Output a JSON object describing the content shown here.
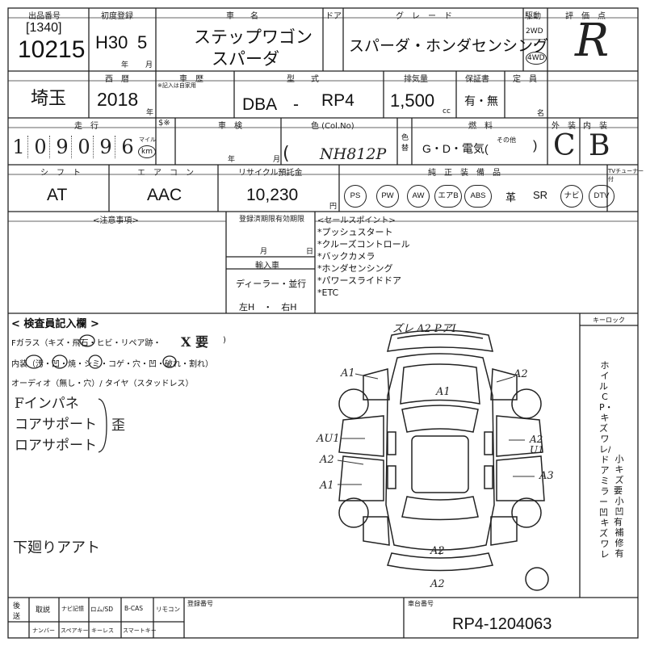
{
  "header": {
    "lot_number_label": "出品番号",
    "first_registration_label": "初度登録",
    "car_name_label": "車　　名",
    "door_label": "ドア",
    "grade_label": "グ　レ　ー　ド",
    "drive_label": "駆動",
    "score_label": "評　価　点",
    "lot_prefix": "[1340]",
    "lot_number": "10215",
    "era_year": "H30",
    "month": "5",
    "year_unit": "年",
    "month_unit": "月",
    "car_name_line1": "ステップワゴン",
    "car_name_line2": "スパーダ",
    "grade": "スパーダ・ホンダセンシング",
    "drive_2wd": "2WD",
    "drive_dot": "・",
    "drive_4wd": "4WD",
    "score": "R"
  },
  "row2": {
    "region_label": "車　歴",
    "western_year_label": "西　暦",
    "model_label": "型　　式",
    "note_label": "※記入は自家用",
    "displacement_label": "排気量",
    "warranty_label": "保証書",
    "capacity_label": "定　員",
    "region": "埼玉",
    "western_year": "2018",
    "year_unit": "年",
    "model_prefix": "DBA　-",
    "model_code": "RP4",
    "displacement": "1,500",
    "cc_unit": "cc",
    "warranty": "有・無",
    "capacity_unit": "名"
  },
  "row3": {
    "mileage_label": "走　行",
    "s_label": "$※",
    "inspection_label": "車　検",
    "color_label": "色 (Col.No)",
    "fuel_label": "燃　料",
    "exterior_label": "外　装",
    "interior_label": "内　装",
    "mileage_digits": [
      "1",
      "0",
      "9",
      "0",
      "9",
      "6"
    ],
    "mile_unit": "マイル",
    "km_unit": "km",
    "year_unit": "年",
    "month_unit": "月",
    "color_code": "NH812P",
    "color_change_label": "色替",
    "fuel_options": "G・D・電気(",
    "fuel_other": "その他",
    "fuel_close": ")",
    "exterior_grade": "C",
    "interior_grade": "B"
  },
  "row4": {
    "shift_label": "シ　フ　ト",
    "ac_label": "エ　ア　コ　ン",
    "recycle_label": "リサイクル預託金",
    "equipment_label": "純　正　装　備　品",
    "tuner_label": "TVチューナー付",
    "shift": "AT",
    "ac": "AAC",
    "recycle": "10,230",
    "yen_unit": "円",
    "equipment": [
      "PS",
      "PW",
      "AW",
      "エアB",
      "ABS"
    ],
    "leather": "革",
    "sunroof": "SR",
    "navi": "ナビ",
    "dtv": "DTV"
  },
  "notes": {
    "caution_label": "<注意事項>",
    "registration_label": "登録済期限有効期限",
    "month_unit": "月",
    "day_unit": "日",
    "import_label": "輸入車",
    "dealer_label": "ディーラー・並行",
    "handle_label": "左H　・　右H",
    "selling_points_label": "<セールスポイント>",
    "selling_points": [
      "*プッシュスタート",
      "*クルーズコントロール",
      "*バックカメラ",
      "*ホンダセンシング",
      "*パワースライドドア",
      "*ETC"
    ]
  },
  "inspection": {
    "title": "< 検査員記入欄 >",
    "glass_line": "Fガラス（キズ・飛石・ヒビ・リペア跡・",
    "glass_mark": "X 要",
    "glass_close": ")",
    "interior_line": "内装（汚・凹・焼・シミ・コゲ・穴・凹・破れ・割れ）",
    "audio_line": "オーディオ（無し・穴）/ タイヤ（スタッドレス）",
    "hand_notes": [
      "Fインパネ",
      "コアサポート",
      "ロアサポート"
    ],
    "hand_suffix": "歪",
    "underbody_note": "下廻りアアト",
    "key_lock_label": "キーロック",
    "vertical_note_left": "ホイル・CP・キズ・ワレ/ドアミラー・凹・キズ・ワレ",
    "vertical_note_right": "小キズ要・小凹有・補修有"
  },
  "diagram_marks": {
    "top_note": "ズレ A2 PアI",
    "front_left": "A1",
    "hood": "A1",
    "front_right": "A2",
    "left_fender": "AU1",
    "left_front_door": "A2",
    "left_rear_door": "A1",
    "right_door": "A2 U1",
    "right_rear": "A3",
    "rear_panel": "A2",
    "rear_bumper": "A2"
  },
  "footer": {
    "transport_label": "後送",
    "manual_label": "取説",
    "navi_disk_label": "ナビ記憶",
    "rom_label": "ロム/SD",
    "bcas_label": "B-CAS",
    "remote_label": "リモコン",
    "plate_label": "ナンバー",
    "spare_key_label": "スペアキー",
    "keyless_label": "キーレス",
    "smart_key_label": "スマートキー",
    "reg_number_label": "登録番号",
    "chassis_label": "車台番号",
    "chassis_number": "RP4-1204063"
  }
}
